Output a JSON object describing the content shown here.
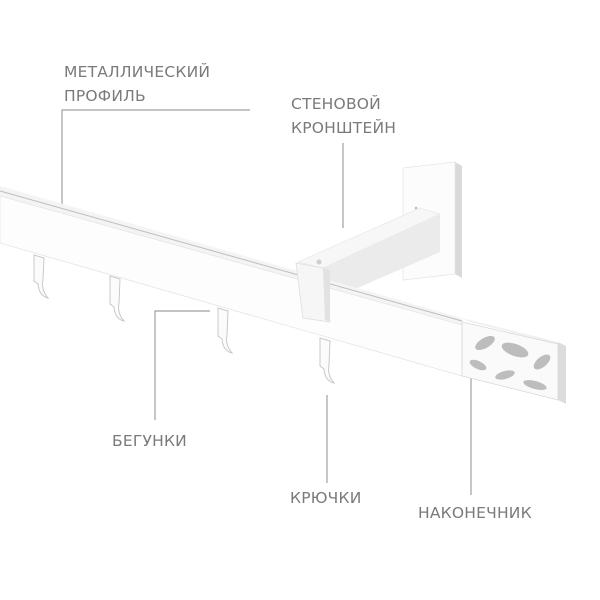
{
  "labels": {
    "profile": [
      "МЕТАЛЛИЧЕСКИЙ",
      "ПРОФИЛЬ"
    ],
    "bracket": [
      "СТЕНОВОЙ",
      "КРОНШТЕЙН"
    ],
    "runners": "БЕГУНКИ",
    "hooks": "КРЮЧКИ",
    "end_cap": "НАКОНЕЧНИК"
  },
  "colors": {
    "label_text": "#7a7a7a",
    "leader_line": "#9a9a9a",
    "product": "#ffffff"
  }
}
